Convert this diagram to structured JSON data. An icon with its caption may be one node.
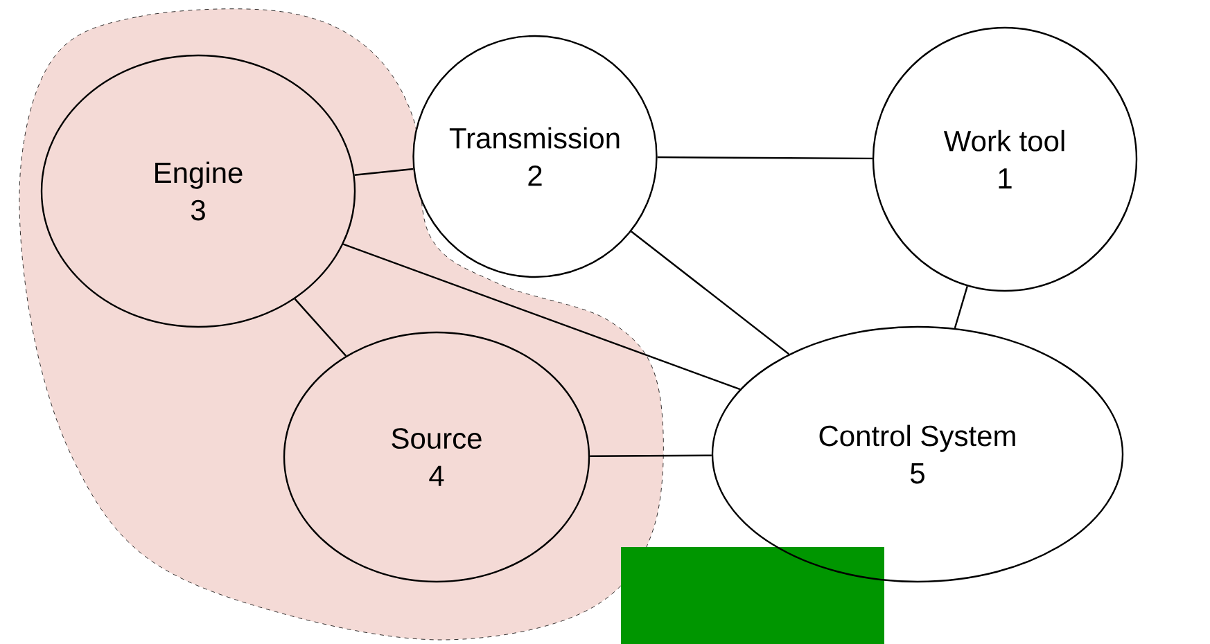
{
  "diagram": {
    "nodes": [
      {
        "text": [
          "Engine",
          "3"
        ]
      },
      {
        "text": [
          "Transmission",
          "2"
        ]
      },
      {
        "text": [
          "Work tool",
          "1"
        ]
      },
      {
        "text": [
          "Source",
          "4"
        ]
      },
      {
        "text": [
          "Control System",
          "5"
        ]
      },
      {
        "text": [],
        "shape": "box"
      }
    ],
    "edges": [
      {
        "from": 0,
        "to": 1,
        "arrow": "none"
      },
      {
        "from": 1,
        "to": 2,
        "arrow": "none"
      },
      {
        "from": 0,
        "to": 4,
        "arrow": "none"
      },
      {
        "from": 0,
        "to": 3,
        "arrow": "none"
      },
      {
        "from": 3,
        "to": 4,
        "arrow": "none"
      },
      {
        "from": 1,
        "to": 4,
        "arrow": "none"
      },
      {
        "from": 2,
        "to": 4,
        "arrow": "none"
      }
    ]
  }
}
